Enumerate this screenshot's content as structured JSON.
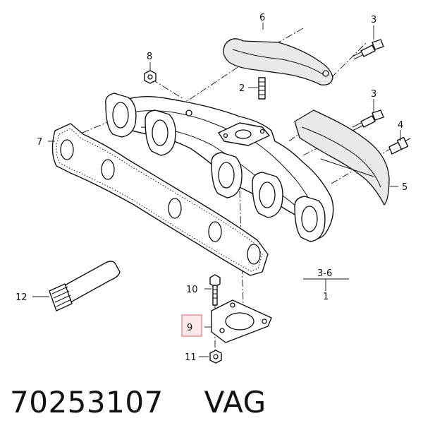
{
  "callouts": {
    "c1": "1",
    "c2": "2",
    "c3a": "3",
    "c3b": "3",
    "c3_6": "3-6",
    "c4": "4",
    "c5": "5",
    "c6": "6",
    "c7": "7",
    "c8": "8",
    "c9": "9",
    "c10": "10",
    "c11": "11",
    "c12": "12"
  },
  "footer": {
    "part_number": "70253107",
    "brand": "VAG"
  },
  "colors": {
    "highlight_box": "#e58a93",
    "highlight_fill": "#fbe9ea"
  }
}
